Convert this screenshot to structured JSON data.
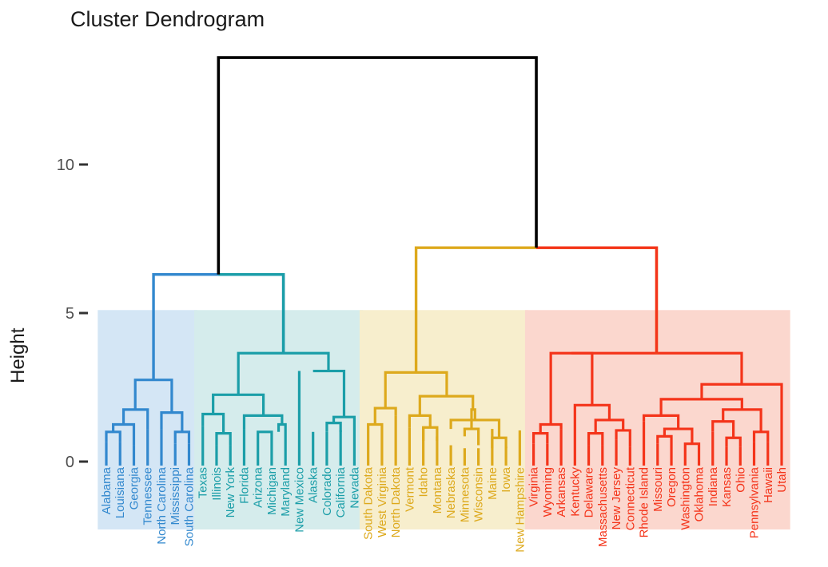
{
  "title": "Cluster Dendrogram",
  "axes": {
    "y_label": "Height",
    "y_ticks": [
      "0",
      "5",
      "10"
    ],
    "y_tick_values": [
      0,
      5,
      10
    ],
    "ylim": [
      0,
      14.5
    ],
    "x_label": ""
  },
  "colors": {
    "root": "#000000",
    "cluster1_line": "#3288CE",
    "cluster1_fill": "#d4e6f5",
    "cluster2_line": "#1B9EA8",
    "cluster2_fill": "#d5ecec",
    "cluster3_line": "#DDA91C",
    "cluster3_fill": "#f7eecd",
    "cluster4_line": "#F4341A",
    "cluster4_fill": "#fbd7ce",
    "text": "#1a1a1a",
    "tick_text": "#4d4d4d",
    "background": "#ffffff"
  },
  "chart_data": {
    "type": "dendrogram",
    "title": "Cluster Dendrogram",
    "ylabel": "Height",
    "xlabel": "",
    "ylim": [
      0,
      14.5
    ],
    "yticks": [
      0,
      5,
      10
    ],
    "grid": false,
    "legend": "none",
    "k": 4,
    "n_leaves": 50,
    "leaf_order": [
      "Alabama",
      "Louisiana",
      "Georgia",
      "Tennessee",
      "North Carolina",
      "Mississippi",
      "South Carolina",
      "Texas",
      "Illinois",
      "New York",
      "Florida",
      "Arizona",
      "Michigan",
      "Maryland",
      "New Mexico",
      "Alaska",
      "Colorado",
      "California",
      "Nevada",
      "South Dakota",
      "West Virginia",
      "North Dakota",
      "Vermont",
      "Idaho",
      "Montana",
      "Nebraska",
      "Minnesota",
      "Wisconsin",
      "Maine",
      "Iowa",
      "New Hampshire",
      "Virginia",
      "Wyoming",
      "Arkansas",
      "Kentucky",
      "Delaware",
      "Massachusetts",
      "New Jersey",
      "Connecticut",
      "Rhode Island",
      "Missouri",
      "Oregon",
      "Washington",
      "Oklahoma",
      "Indiana",
      "Kansas",
      "Ohio",
      "Pennsylvania",
      "Hawaii",
      "Utah"
    ],
    "clusters": [
      {
        "id": 1,
        "color": "#3288CE",
        "fill": "#d4e6f5",
        "members": [
          "Alabama",
          "Louisiana",
          "Georgia",
          "Tennessee",
          "North Carolina",
          "Mississippi",
          "South Carolina"
        ],
        "root_height": 2.75
      },
      {
        "id": 2,
        "color": "#1B9EA8",
        "fill": "#d5ecec",
        "members": [
          "Texas",
          "Illinois",
          "New York",
          "Florida",
          "Arizona",
          "Michigan",
          "Maryland",
          "New Mexico",
          "Alaska",
          "Colorado",
          "California",
          "Nevada"
        ],
        "root_height": 3.65
      },
      {
        "id": 3,
        "color": "#DDA91C",
        "fill": "#f7eecd",
        "members": [
          "South Dakota",
          "West Virginia",
          "North Dakota",
          "Vermont",
          "Idaho",
          "Montana",
          "Nebraska",
          "Minnesota",
          "Wisconsin",
          "Maine",
          "Iowa",
          "New Hampshire"
        ],
        "root_height": 3.0
      },
      {
        "id": 4,
        "color": "#F4341A",
        "fill": "#fbd7ce",
        "members": [
          "Virginia",
          "Wyoming",
          "Arkansas",
          "Kentucky",
          "Delaware",
          "Massachusetts",
          "New Jersey",
          "Connecticut",
          "Rhode Island",
          "Missouri",
          "Oregon",
          "Washington",
          "Oklahoma",
          "Indiana",
          "Kansas",
          "Ohio",
          "Pennsylvania",
          "Hawaii",
          "Utah"
        ],
        "root_height": 3.65
      }
    ],
    "top_merges": [
      {
        "name": "root",
        "height": 13.6,
        "color": "#000000",
        "left": "blue-teal",
        "right": "gold-red"
      },
      {
        "name": "blue-teal",
        "height": 6.3,
        "color": "#3288CE",
        "left": "cluster1",
        "right": "cluster2"
      },
      {
        "name": "gold-red",
        "height": 7.2,
        "color": "#DDA91C",
        "left": "cluster3",
        "right": "cluster4"
      }
    ],
    "merges": [
      {
        "c": 1,
        "x1": 0,
        "x2": 1,
        "h1": 0.65,
        "h2": 0.65,
        "h": 1.0
      },
      {
        "c": 1,
        "x1": 0.5,
        "x2": 2,
        "h1": 1.0,
        "h2": 0.55,
        "h": 1.25
      },
      {
        "c": 1,
        "x1": 1.25,
        "x2": 3,
        "h1": 1.25,
        "h2": 1.1,
        "h": 1.75
      },
      {
        "c": 1,
        "x1": 5,
        "x2": 6,
        "h1": 0.6,
        "h2": 0.6,
        "h": 1.0
      },
      {
        "c": 1,
        "x1": 4,
        "x2": 5.5,
        "h1": 1.1,
        "h2": 1.0,
        "h": 1.65
      },
      {
        "c": 1,
        "x1": 2.1,
        "x2": 4.75,
        "h1": 1.75,
        "h2": 1.65,
        "h": 2.75
      },
      {
        "c": 2,
        "x1": 1,
        "x2": 2,
        "h1": 0.55,
        "h2": 0.55,
        "h": 0.95
      },
      {
        "c": 2,
        "x1": 0,
        "x2": 1.5,
        "h1": 1.2,
        "h2": 0.95,
        "h": 1.6
      },
      {
        "c": 2,
        "x1": 4,
        "x2": 5,
        "h1": 0.7,
        "h2": 0.7,
        "h": 1.0
      },
      {
        "c": 2,
        "x1": 5.5,
        "x2": 6,
        "h1": 1.0,
        "h2": 0.35,
        "h": 1.25
      },
      {
        "c": 2,
        "x1": 3,
        "x2": 5.75,
        "h1": 1.1,
        "h2": 1.25,
        "h": 1.55
      },
      {
        "c": 2,
        "x1": 0.75,
        "x2": 4.4,
        "h1": 1.6,
        "h2": 1.55,
        "h": 2.25
      },
      {
        "c": 2,
        "x1": 9,
        "x2": 10,
        "h1": 1.0,
        "h2": 1.0,
        "h": 1.3
      },
      {
        "c": 2,
        "x1": 9.5,
        "x2": 11,
        "h1": 1.3,
        "h2": 1.05,
        "h": 1.5
      },
      {
        "c": 2,
        "x1": 8,
        "x2": 10.25,
        "h1": 3.05,
        "h2": 1.5,
        "h": 3.05
      },
      {
        "c": 2,
        "x1": 2.58,
        "x2": 9.12,
        "h1": 2.25,
        "h2": 3.05,
        "h": 3.65
      },
      {
        "c": 3,
        "x1": 0,
        "x2": 1,
        "h1": 0.7,
        "h2": 0.7,
        "h": 1.25
      },
      {
        "c": 3,
        "x1": 0.5,
        "x2": 2,
        "h1": 1.25,
        "h2": 1.55,
        "h": 1.8
      },
      {
        "c": 3,
        "x1": 4,
        "x2": 5,
        "h1": 0.7,
        "h2": 0.7,
        "h": 1.15
      },
      {
        "c": 3,
        "x1": 3,
        "x2": 4.5,
        "h1": 1.15,
        "h2": 1.15,
        "h": 1.55
      },
      {
        "c": 3,
        "x1": 7,
        "x2": 8,
        "h1": 0.85,
        "h2": 0.55,
        "h": 1.1
      },
      {
        "c": 3,
        "x1": 9,
        "x2": 10,
        "h1": 0.45,
        "h2": 0.45,
        "h": 0.8
      },
      {
        "c": 3,
        "x1": 6,
        "x2": 9.5,
        "h1": 1.1,
        "h2": 0.8,
        "h": 1.4
      },
      {
        "c": 3,
        "x1": 7.5,
        "x2": 7.75,
        "h1": 1.1,
        "h2": 1.4,
        "h": 1.75
      },
      {
        "c": 3,
        "x1": 3.75,
        "x2": 7.6,
        "h1": 1.55,
        "h2": 1.75,
        "h": 2.2
      },
      {
        "c": 3,
        "x1": 1.25,
        "x2": 5.7,
        "h1": 1.8,
        "h2": 2.2,
        "h": 3.0
      },
      {
        "c": 4,
        "x1": 0,
        "x2": 1,
        "h1": 0.6,
        "h2": 0.6,
        "h": 0.95
      },
      {
        "c": 4,
        "x1": 0.5,
        "x2": 2,
        "h1": 0.95,
        "h2": 1.1,
        "h": 1.25
      },
      {
        "c": 4,
        "x1": 4,
        "x2": 5,
        "h1": 0.55,
        "h2": 0.55,
        "h": 0.95
      },
      {
        "c": 4,
        "x1": 6,
        "x2": 7,
        "h1": 0.75,
        "h2": 0.5,
        "h": 1.05
      },
      {
        "c": 4,
        "x1": 4.5,
        "x2": 6.5,
        "h1": 0.95,
        "h2": 1.05,
        "h": 1.4
      },
      {
        "c": 4,
        "x1": 3,
        "x2": 5.5,
        "h1": 1.05,
        "h2": 1.4,
        "h": 1.9
      },
      {
        "c": 4,
        "x1": 1.25,
        "x2": 4.25,
        "h1": 1.25,
        "h2": 1.9,
        "h": 3.65
      },
      {
        "c": 4,
        "x1": 9,
        "x2": 10,
        "h1": 0.6,
        "h2": 0.35,
        "h": 0.85
      },
      {
        "c": 4,
        "x1": 11,
        "x2": 12,
        "h1": 0.35,
        "h2": 0.35,
        "h": 0.6
      },
      {
        "c": 4,
        "x1": 9.5,
        "x2": 11.5,
        "h1": 0.85,
        "h2": 0.6,
        "h": 1.1
      },
      {
        "c": 4,
        "x1": 8,
        "x2": 10.5,
        "h1": 1.35,
        "h2": 1.1,
        "h": 1.55
      },
      {
        "c": 4,
        "x1": 14,
        "x2": 15,
        "h1": 0.5,
        "h2": 0.5,
        "h": 0.8
      },
      {
        "c": 4,
        "x1": 13,
        "x2": 14.5,
        "h1": 1.0,
        "h2": 0.8,
        "h": 1.35
      },
      {
        "c": 4,
        "x1": 16,
        "x2": 17,
        "h1": 0.65,
        "h2": 0.65,
        "h": 1.0
      },
      {
        "c": 4,
        "x1": 13.75,
        "x2": 16.5,
        "h1": 1.35,
        "h2": 1.0,
        "h": 1.75
      },
      {
        "c": 4,
        "x1": 9.25,
        "x2": 15.12,
        "h1": 1.55,
        "h2": 1.75,
        "h": 2.1
      },
      {
        "c": 4,
        "x1": 12.2,
        "x2": 18,
        "h1": 2.1,
        "h2": 1.05,
        "h": 2.6
      },
      {
        "c": 4,
        "x1": 2.75,
        "x2": 15.1,
        "h1": 3.65,
        "h2": 2.6,
        "h": 3.65
      }
    ],
    "leaf_heights_c1": [
      0.65,
      0.65,
      0.55,
      1.1,
      1.1,
      0.6,
      0.6
    ],
    "leaf_heights_c2": [
      1.2,
      0.55,
      0.55,
      1.1,
      0.7,
      0.7,
      0.35,
      3.05,
      1.0,
      1.0,
      1.05,
      1.05
    ],
    "leaf_heights_c3": [
      0.7,
      0.7,
      1.55,
      1.15,
      1.15,
      0.85,
      0.55,
      0.45,
      0.45,
      1.1,
      0.5,
      1.05
    ],
    "leaf_heights_c4": [
      0.6,
      0.6,
      1.1,
      1.05,
      0.55,
      0.55,
      0.75,
      0.5,
      1.35,
      0.6,
      0.35,
      0.35,
      0.35,
      1.0,
      0.5,
      0.5,
      0.65,
      0.65,
      1.05
    ]
  }
}
